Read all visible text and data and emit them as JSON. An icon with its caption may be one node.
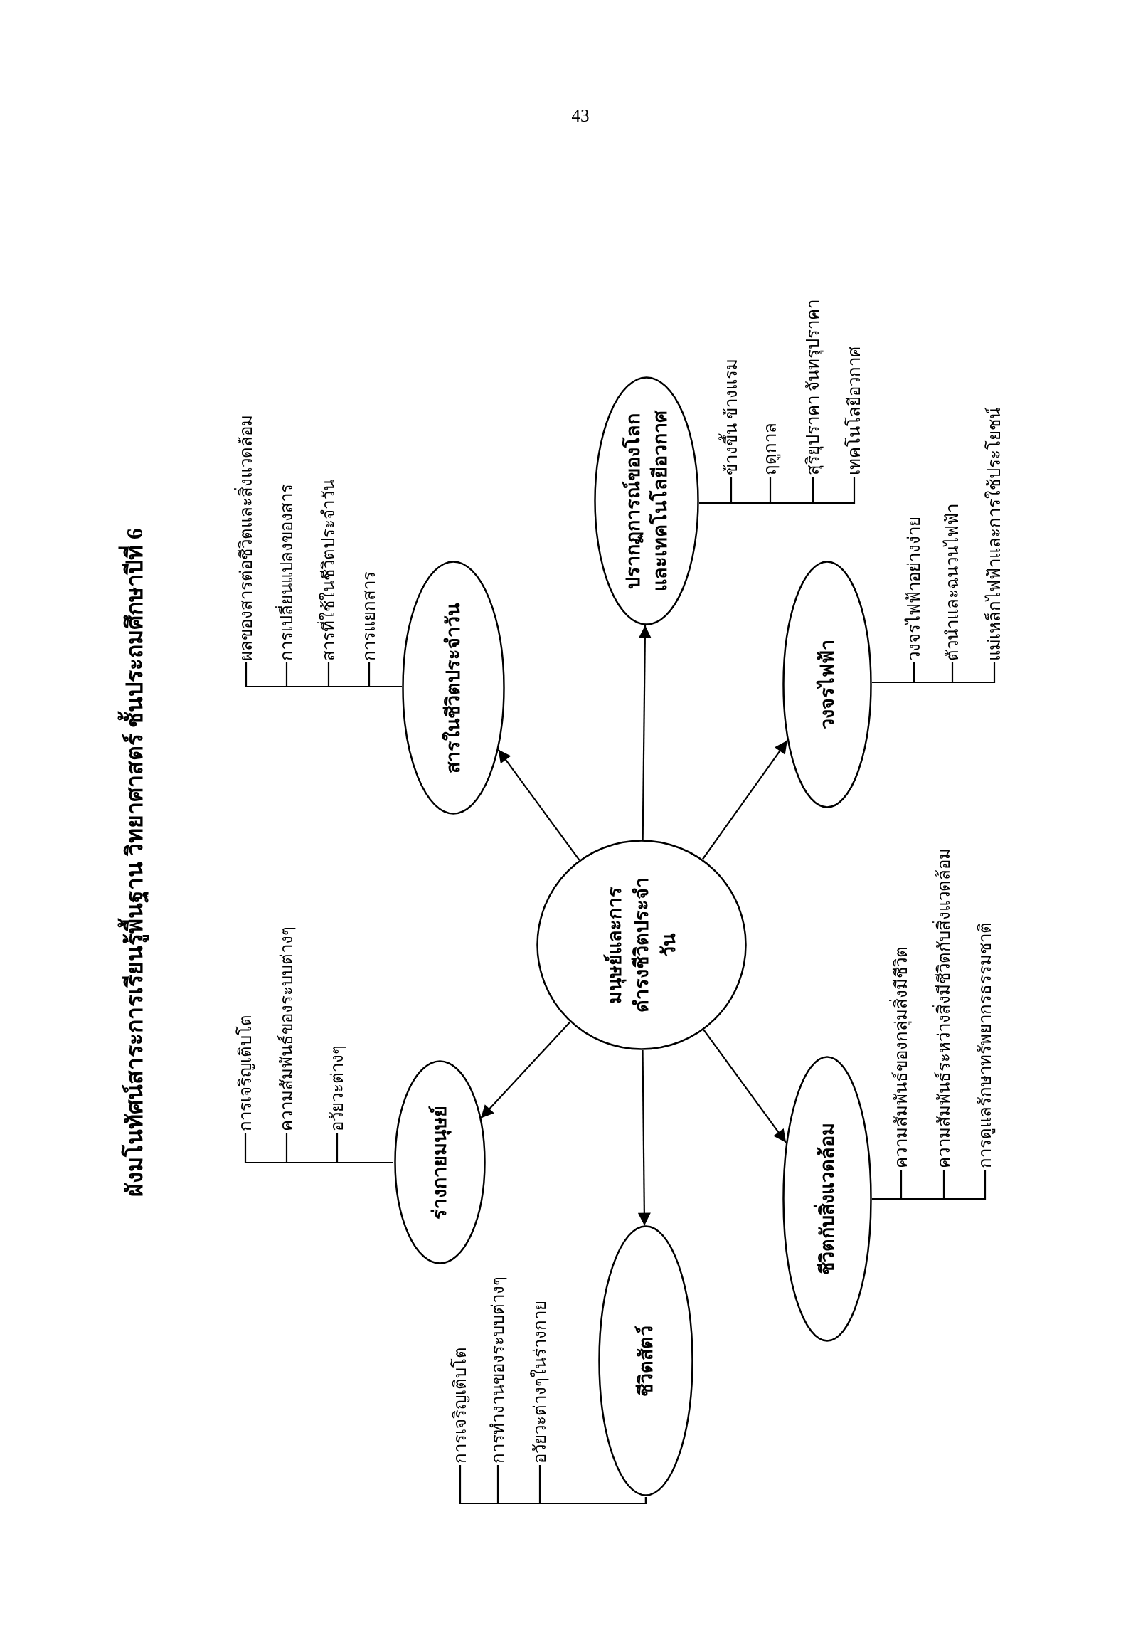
{
  "diagram": {
    "title": "ผังมโนทัศน์สาระการเรียนรู้พื้นฐาน วิทยาศาสตร์ ชั้นประถมศึกษาปีที่ 6",
    "nodes": [
      {
        "text": [
          "มนุษย์และการดำรงชีวิตประจำวัน"
        ]
      },
      {
        "text": [
          "ร่างกายมนุษย์"
        ]
      },
      {
        "text": [
          "สารในชีวิตประจำวัน"
        ]
      },
      {
        "text": [
          "ปรากฏการณ์ของโลกและเทคโนโลยีอวกาศ"
        ]
      },
      {
        "text": [
          "ชีวิตสัตว์"
        ]
      },
      {
        "text": [
          "วงจรไฟฟ้า"
        ]
      },
      {
        "text": [
          "ชีวิตกับสิ่งแวดล้อม"
        ]
      },
      {
        "text": [
          "การเจริญเติบโต"
        ]
      },
      {
        "text": [
          "ความสัมพันธ์ของระบบต่างๆ"
        ]
      },
      {
        "text": [
          "อวัยวะต่างๆ"
        ]
      },
      {
        "text": [
          "ผลของสารต่อชีวิตและสิ่งแวดล้อม"
        ]
      },
      {
        "text": [
          "การเปลี่ยนแปลงของสาร"
        ]
      },
      {
        "text": [
          "สารที่ใช้ในชีวิตประจำวัน"
        ]
      },
      {
        "text": [
          "การแยกสาร"
        ]
      },
      {
        "text": [
          "ข้างขึ้น ข้างแรม"
        ]
      },
      {
        "text": [
          "ฤดูกาล"
        ]
      },
      {
        "text": [
          "สุริยุปราคา จันทรุปราคา"
        ]
      },
      {
        "text": [
          "เทคโนโลยีอวกาศ"
        ]
      },
      {
        "text": [
          "วงจรไฟฟ้าอย่างง่าย"
        ]
      },
      {
        "text": [
          "ตัวนำและฉนวนไฟฟ้า"
        ]
      },
      {
        "text": [
          "แม่เหล็กไฟฟ้าและการใช้ประโยชน์"
        ]
      },
      {
        "text": [
          "ความสัมพันธ์ของกลุ่มสิ่งมีชีวิต"
        ]
      },
      {
        "text": [
          "ความสัมพันธ์ระหว่างสิ่งมีชีวิตกับสิ่งแวดล้อม"
        ]
      },
      {
        "text": [
          "การดูแลรักษาทรัพยากรธรรมชาติ"
        ]
      },
      {
        "text": [
          "การเจริญเติบโต"
        ]
      },
      {
        "text": [
          "การทำงานของระบบต่างๆ"
        ]
      },
      {
        "text": [
          "อวัยวะต่างๆในร่างกาย"
        ]
      }
    ],
    "edges": [
      {
        "from": 0,
        "to": 1,
        "arrow": "to"
      },
      {
        "from": 0,
        "to": 2,
        "arrow": "to"
      },
      {
        "from": 0,
        "to": 3,
        "arrow": "to"
      },
      {
        "from": 0,
        "to": 4,
        "arrow": "to"
      },
      {
        "from": 0,
        "to": 5,
        "arrow": "to"
      },
      {
        "from": 0,
        "to": 6,
        "arrow": "to"
      },
      {
        "from": 1,
        "to": 7,
        "arrow": "none"
      },
      {
        "from": 1,
        "to": 8,
        "arrow": "none"
      },
      {
        "from": 1,
        "to": 9,
        "arrow": "none"
      },
      {
        "from": 2,
        "to": 10,
        "arrow": "none"
      },
      {
        "from": 2,
        "to": 11,
        "arrow": "none"
      },
      {
        "from": 2,
        "to": 12,
        "arrow": "none"
      },
      {
        "from": 2,
        "to": 13,
        "arrow": "none"
      },
      {
        "from": 3,
        "to": 14,
        "arrow": "none"
      },
      {
        "from": 3,
        "to": 15,
        "arrow": "none"
      },
      {
        "from": 3,
        "to": 16,
        "arrow": "none"
      },
      {
        "from": 3,
        "to": 17,
        "arrow": "none"
      },
      {
        "from": 5,
        "to": 18,
        "arrow": "none"
      },
      {
        "from": 5,
        "to": 19,
        "arrow": "none"
      },
      {
        "from": 5,
        "to": 20,
        "arrow": "none"
      },
      {
        "from": 6,
        "to": 21,
        "arrow": "none"
      },
      {
        "from": 6,
        "to": 22,
        "arrow": "none"
      },
      {
        "from": 6,
        "to": 23,
        "arrow": "none"
      },
      {
        "from": 4,
        "to": 24,
        "arrow": "none"
      },
      {
        "from": 4,
        "to": 25,
        "arrow": "none"
      },
      {
        "from": 4,
        "to": 26,
        "arrow": "none"
      }
    ],
    "labels": [
      "43"
    ]
  }
}
